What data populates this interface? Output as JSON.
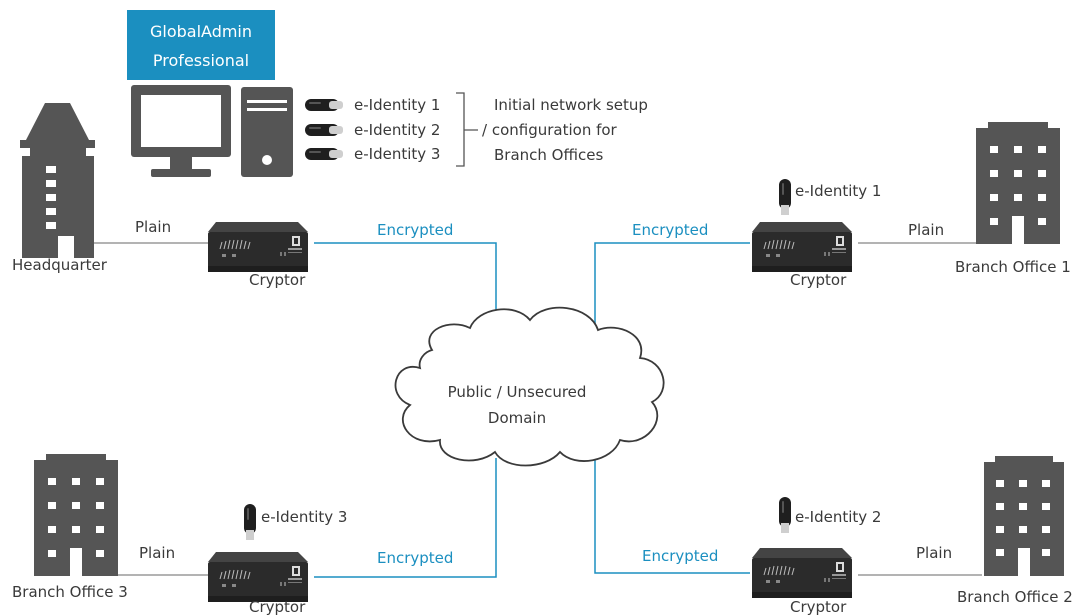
{
  "colors": {
    "link_encrypted": "#1b8fc0",
    "link_plain": "#999999",
    "building": "#555555",
    "badge_bg": "#1b8fc0",
    "device": "#2a2a2a"
  },
  "admin": {
    "badge_line1": "GlobalAdmin",
    "badge_line2": "Professional",
    "tokens": [
      "e-Identity 1",
      "e-Identity 2",
      "e-Identity 3"
    ],
    "note_lines": [
      "Initial network setup",
      "/ configuration for",
      "Branch Offices"
    ]
  },
  "cloud": {
    "line1": "Public / Unsecured",
    "line2": "Domain"
  },
  "sites": {
    "headquarter": {
      "name": "Headquarter",
      "link_plain": "Plain",
      "device": "Cryptor",
      "link_encrypted": "Encrypted"
    },
    "branch1": {
      "name": "Branch Office 1",
      "link_plain": "Plain",
      "device": "Cryptor",
      "link_encrypted": "Encrypted",
      "token": "e-Identity 1"
    },
    "branch2": {
      "name": "Branch Office 2",
      "link_plain": "Plain",
      "device": "Cryptor",
      "link_encrypted": "Encrypted",
      "token": "e-Identity 2"
    },
    "branch3": {
      "name": "Branch Office 3",
      "link_plain": "Plain",
      "device": "Cryptor",
      "link_encrypted": "Encrypted",
      "token": "e-Identity 3"
    }
  },
  "icons": [
    "computer-icon",
    "usb-token-icon",
    "building-icon",
    "tower-icon",
    "cryptor-device-icon",
    "cloud-icon"
  ]
}
